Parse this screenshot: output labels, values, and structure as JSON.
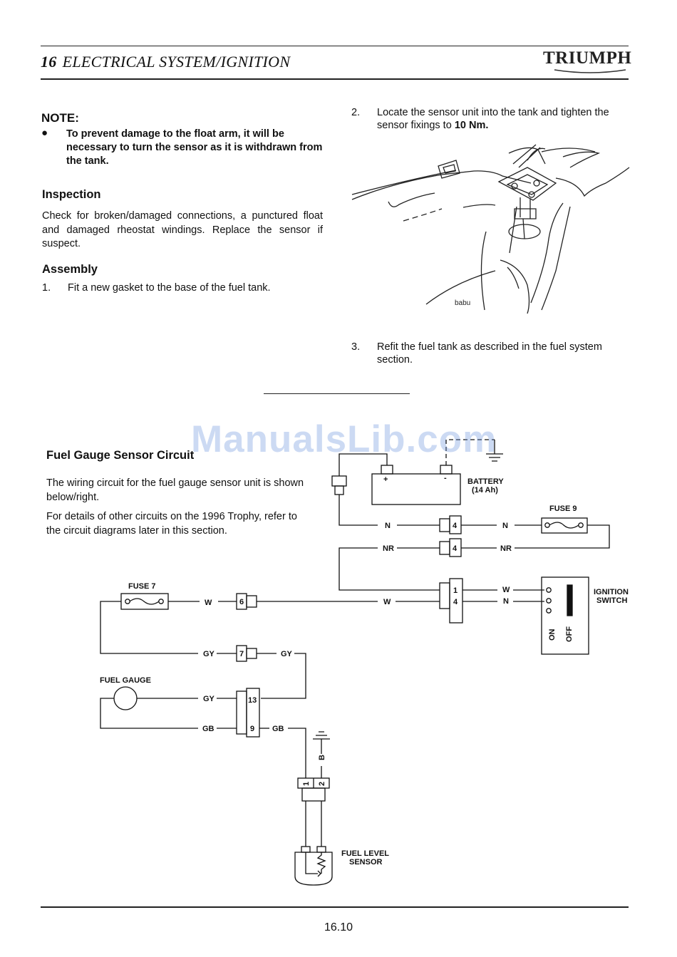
{
  "header": {
    "section_number": "16",
    "section_title": "ELECTRICAL SYSTEM/IGNITION",
    "logo_text": "TRIUMPH"
  },
  "note": {
    "heading": "NOTE:",
    "bullet": "●",
    "text": "To prevent damage to the float arm, it will be necessary to turn the sensor as it is withdrawn from the tank."
  },
  "inspection": {
    "heading": "Inspection",
    "text": "Check for broken/damaged connections, a punctured float and damaged rheostat windings.  Replace the sensor if suspect."
  },
  "assembly": {
    "heading": "Assembly",
    "steps": [
      {
        "num": "1.",
        "text": "Fit a new gasket to the base of the fuel tank."
      },
      {
        "num": "2.",
        "text": "Locate the sensor unit into the tank and tighten the sensor fixings to ",
        "bold": "10 Nm."
      },
      {
        "num": "3.",
        "text": "Refit the fuel tank as described in the fuel system section."
      }
    ]
  },
  "illustration": {
    "credit": "babu"
  },
  "circuit_section": {
    "heading": "Fuel Gauge Sensor Circuit",
    "para1": "The wiring circuit for the fuel gauge sensor unit is shown below/right.",
    "para2": "For details of other circuits on the 1996 Trophy, refer to the circuit diagrams later in this section."
  },
  "watermark": "ManualsLib.com",
  "diagram": {
    "battery_label": "BATTERY",
    "battery_capacity": "(14 Ah)",
    "plus": "+",
    "minus": "-",
    "fuse9": "FUSE 9",
    "fuse7": "FUSE 7",
    "fuel_gauge": "FUEL GAUGE",
    "ignition_switch_1": "IGNITION",
    "ignition_switch_2": "SWITCH",
    "on": "ON",
    "off": "OFF",
    "fuel_level_sensor_1": "FUEL LEVEL",
    "fuel_level_sensor_2": "SENSOR",
    "wire_N": "N",
    "wire_NR": "NR",
    "wire_W": "W",
    "wire_GY": "GY",
    "wire_GB": "GB",
    "wire_B": "B",
    "pin_1": "1",
    "pin_2": "2",
    "pin_4": "4",
    "pin_6": "6",
    "pin_7": "7",
    "pin_9": "9",
    "pin_13": "13"
  },
  "footer": {
    "page_number": "16.10"
  }
}
